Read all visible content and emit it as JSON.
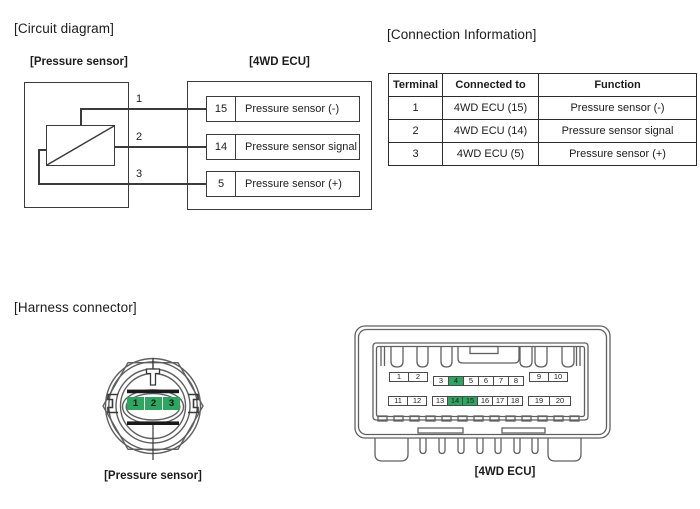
{
  "colors": {
    "highlight_green": "#2CA75F"
  },
  "circuit": {
    "title": "[Circuit diagram]",
    "sensor_label": "[Pressure sensor]",
    "ecu_label": "[4WD ECU]",
    "wire_numbers": [
      "1",
      "2",
      "3"
    ],
    "ecu_terminals": [
      {
        "pin": "15",
        "function": "Pressure sensor (-)"
      },
      {
        "pin": "14",
        "function": "Pressure sensor signal"
      },
      {
        "pin": "5",
        "function": "Pressure sensor (+)"
      }
    ]
  },
  "connection_info": {
    "title": "[Connection Information]",
    "headers": [
      "Terminal",
      "Connected to",
      "Function"
    ],
    "rows": [
      [
        "1",
        "4WD ECU (15)",
        "Pressure sensor (-)"
      ],
      [
        "2",
        "4WD ECU (14)",
        "Pressure sensor signal"
      ],
      [
        "3",
        "4WD ECU (5)",
        "Pressure sensor (+)"
      ]
    ]
  },
  "harness": {
    "title": "[Harness connector]",
    "pressure_connector": {
      "label": "[Pressure sensor]",
      "pins": [
        "1",
        "2",
        "3"
      ],
      "highlighted": [
        "1",
        "2",
        "3"
      ]
    },
    "ecu_connector": {
      "label": "[4WD ECU]",
      "row1": [
        "1",
        "2",
        "3",
        "4",
        "5",
        "6",
        "7",
        "8",
        "9",
        "10"
      ],
      "row2": [
        "11",
        "12",
        "13",
        "14",
        "15",
        "16",
        "17",
        "18",
        "19",
        "20"
      ],
      "highlighted": [
        "4",
        "14",
        "15"
      ]
    }
  }
}
